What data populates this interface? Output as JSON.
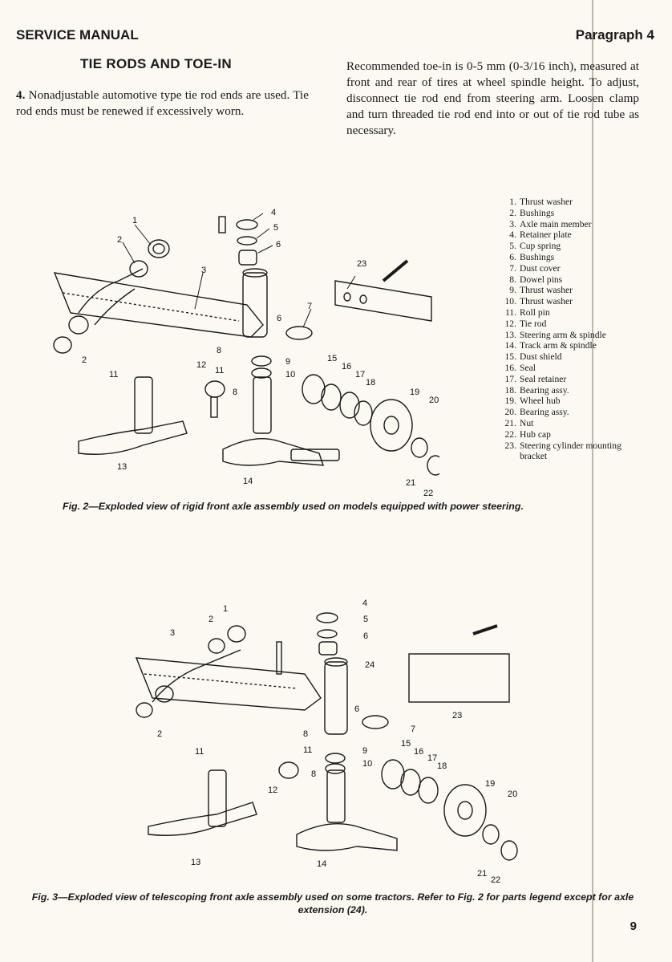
{
  "header": {
    "left": "SERVICE MANUAL",
    "right": "Paragraph 4"
  },
  "section_title": "TIE RODS AND TOE-IN",
  "left_paragraph": {
    "number": "4.",
    "text": " Nonadjustable automotive type tie rod ends are used. Tie rod ends must be renewed if excessively worn."
  },
  "right_paragraph": "Recommended toe-in is 0-5 mm (0-3/16 inch), measured at front and rear of tires at wheel spindle height. To adjust, disconnect tie rod end from steering arm. Loosen clamp and turn threaded tie rod end into or out of tie rod tube as necessary.",
  "legend": [
    {
      "num": "1.",
      "label": "Thrust washer"
    },
    {
      "num": "2.",
      "label": "Bushings"
    },
    {
      "num": "3.",
      "label": "Axle main member"
    },
    {
      "num": "4.",
      "label": "Retainer plate"
    },
    {
      "num": "5.",
      "label": "Cup spring"
    },
    {
      "num": "6.",
      "label": "Bushings"
    },
    {
      "num": "7.",
      "label": "Dust cover"
    },
    {
      "num": "8.",
      "label": "Dowel pins"
    },
    {
      "num": "9.",
      "label": "Thrust washer"
    },
    {
      "num": "10.",
      "label": "Thrust washer"
    },
    {
      "num": "11.",
      "label": "Roll pin"
    },
    {
      "num": "12.",
      "label": "Tie rod"
    },
    {
      "num": "13.",
      "label": "Steering arm & spindle"
    },
    {
      "num": "14.",
      "label": "Track arm & spindle"
    },
    {
      "num": "15.",
      "label": "Dust shield"
    },
    {
      "num": "16.",
      "label": "Seal"
    },
    {
      "num": "17.",
      "label": "Seal retainer"
    },
    {
      "num": "18.",
      "label": "Bearing assy."
    },
    {
      "num": "19.",
      "label": "Wheel hub"
    },
    {
      "num": "20.",
      "label": "Bearing assy."
    },
    {
      "num": "21.",
      "label": "Nut"
    },
    {
      "num": "22.",
      "label": "Hub cap"
    },
    {
      "num": "23.",
      "label": "Steering cylinder mounting bracket"
    }
  ],
  "fig2": {
    "caption": "Fig. 2—Exploded view of rigid front axle assembly used on models equipped with power steering.",
    "callouts": [
      "1",
      "2",
      "2",
      "3",
      "4",
      "5",
      "6",
      "6",
      "7",
      "8",
      "8",
      "9",
      "10",
      "11",
      "11",
      "12",
      "13",
      "14",
      "15",
      "16",
      "17",
      "18",
      "19",
      "20",
      "21",
      "22",
      "23"
    ]
  },
  "fig3": {
    "caption": "Fig. 3—Exploded view of telescoping front axle assembly used on some tractors. Refer to Fig. 2 for parts legend except for axle extension (24).",
    "callouts": [
      "1",
      "2",
      "2",
      "3",
      "4",
      "5",
      "6",
      "6",
      "7",
      "8",
      "8",
      "9",
      "10",
      "11",
      "11",
      "12",
      "13",
      "14",
      "15",
      "16",
      "17",
      "18",
      "19",
      "20",
      "21",
      "22",
      "23",
      "24"
    ]
  },
  "page_number": "9"
}
